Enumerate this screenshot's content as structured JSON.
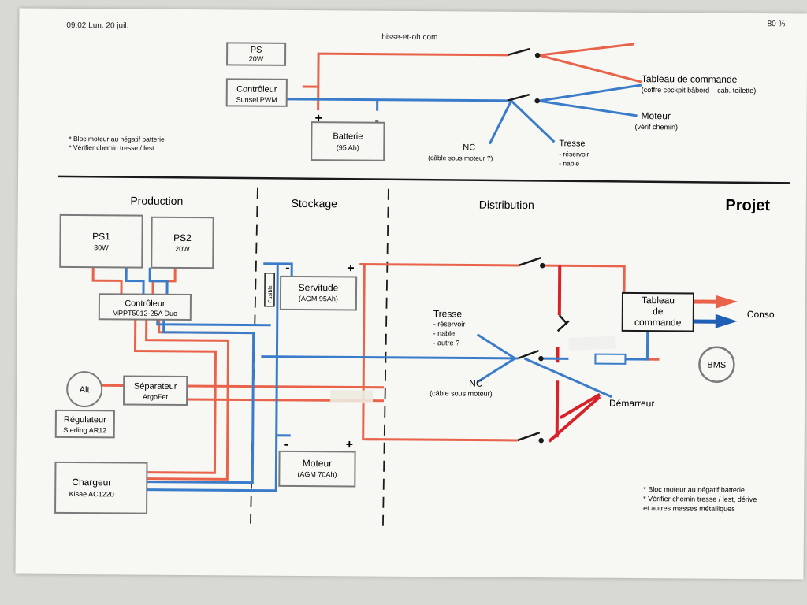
{
  "status": {
    "time": "09:02  Lun. 20 juil.",
    "url": "hisse-et-oh.com",
    "battery": "80 %"
  },
  "top": {
    "ps": "PS",
    "ps_w": "20W",
    "ctrl": "Contrôleur",
    "ctrl_sub": "Sunsei PWM",
    "batt": "Batterie",
    "batt_sub": "(95 Ah)",
    "tableau": "Tableau de commande",
    "tableau_sub": "(coffre cockpit bâbord – cab. toilette)",
    "moteur": "Moteur",
    "moteur_sub": "(vérif chemin)",
    "nc": "NC",
    "nc_sub": "(câble sous moteur ?)",
    "tresse": "Tresse",
    "tresse_1": "- réservoir",
    "tresse_2": "- nable",
    "note1": "* Bloc moteur au négatif batterie",
    "note2": "* Vérifier chemin tresse / lest",
    "plus": "+",
    "minus": "-"
  },
  "sections": {
    "production": "Production",
    "stockage": "Stockage",
    "distribution": "Distribution",
    "projet": "Projet"
  },
  "bottom": {
    "ps1": "PS1",
    "ps1_w": "30W",
    "ps2": "PS2",
    "ps2_w": "20W",
    "ctrl": "Contrôleur",
    "ctrl_sub": "MPPT5012-25A Duo",
    "alt": "Alt",
    "sep": "Séparateur",
    "sep_sub": "ArgoFet",
    "reg": "Régulateur",
    "reg_sub": "Sterling AR12",
    "charg": "Chargeur",
    "charg_sub": "Kisae AC1220",
    "serv": "Servitude",
    "serv_sub": "(AGM 95Ah)",
    "mot": "Moteur",
    "mot_sub": "(AGM 70Ah)",
    "tresse": "Tresse",
    "tresse_1": "- réservoir",
    "tresse_2": "- nable",
    "tresse_3": "- autre ?",
    "nc": "NC",
    "nc_sub": "(câble sous moteur)",
    "tab1": "Tableau",
    "tab2": "de",
    "tab3": "commande",
    "conso": "Conso",
    "bms": "BMS",
    "dem": "Démarreur",
    "note1": "* Bloc moteur au négatif batterie",
    "note2": "* Vérifier chemin tresse / lest, dérive",
    "note3": "et autres masses métalliques",
    "fuse": "Fusible",
    "plus": "+",
    "minus": "-"
  },
  "colors": {
    "red": "#e8634a",
    "blue": "#3a7cc9",
    "box": "#7a7a7a",
    "ink": "#1a1a1a",
    "darkred": "#d8222a"
  }
}
